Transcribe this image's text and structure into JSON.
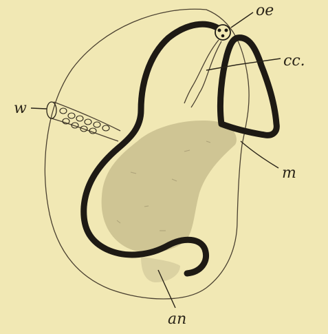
{
  "figure": {
    "background": "#f1e8b4",
    "ink_color": "#1e1a14",
    "shade_color": "#c9be8e",
    "labels": {
      "oe": "oe",
      "cc": "cc.",
      "w": "w",
      "m": "m",
      "an": "an"
    }
  }
}
